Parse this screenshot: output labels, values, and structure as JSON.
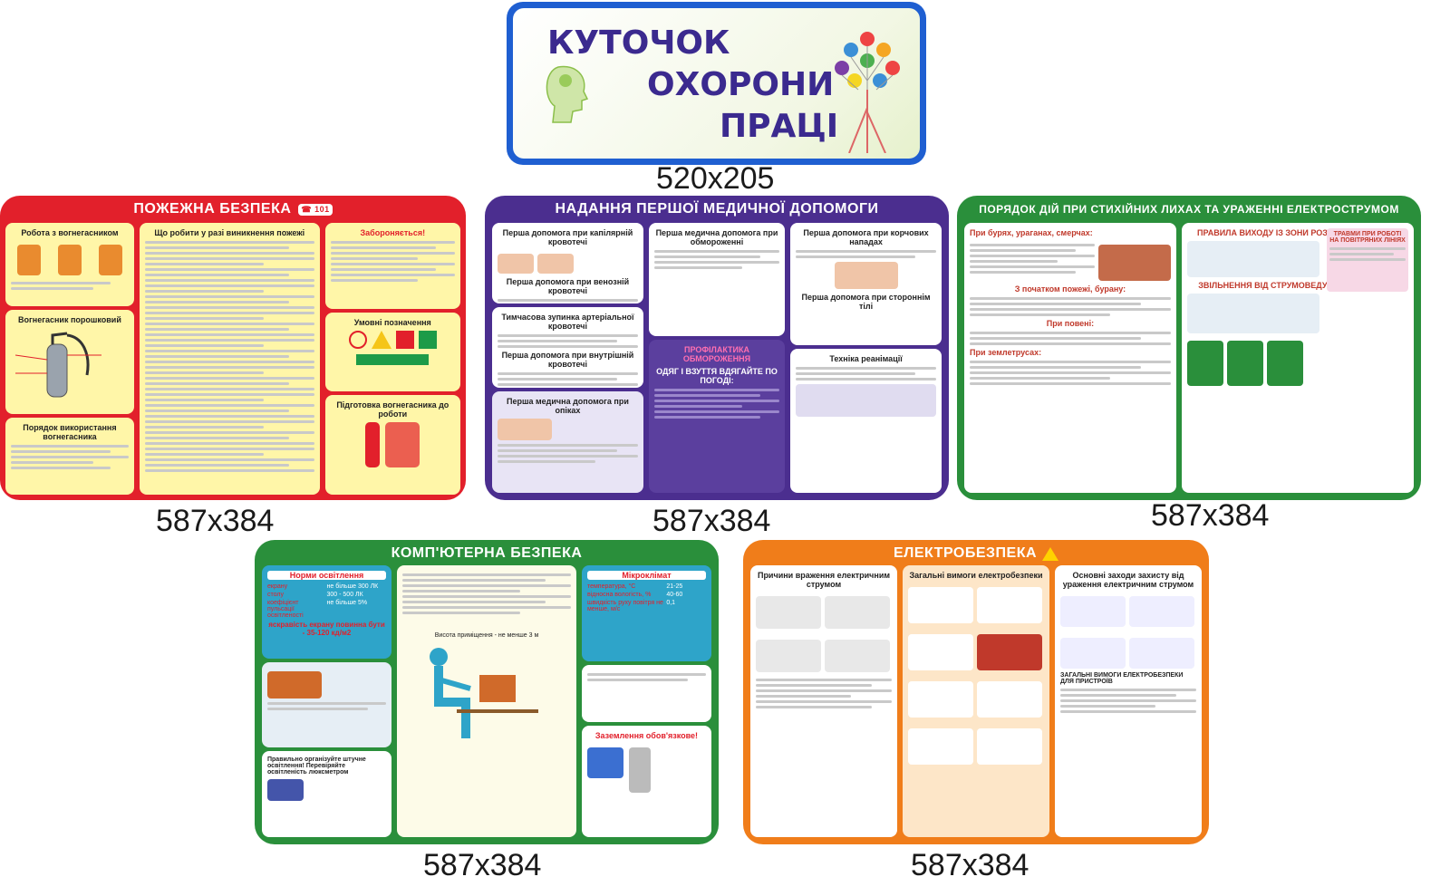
{
  "banner": {
    "line1": "КУТОЧОК",
    "line2": "ОХОРОНИ",
    "line3": "ПРАЦІ",
    "size": "520x205",
    "colors": {
      "frame": "#1f5fd1",
      "text": "#3b2a8f"
    }
  },
  "boards": {
    "fire": {
      "title": "ПОЖЕЖНА БЕЗПЕКА",
      "size": "587x384",
      "color": "#e2202b",
      "panels": {
        "extinguisher_work": "Робота з вогнегасником",
        "what_to_do": "Що робити у разі виникнення пожежі",
        "forbidden": "Забороняється!",
        "powder": "Вогнегасник порошковий",
        "symbols": "Умовні позначення",
        "usage": "Порядок використання вогнегасника",
        "prep": "Підготовка вогнегасника до роботи"
      },
      "icon": "phone-101-icon",
      "phone": "101"
    },
    "med": {
      "title": "НАДАННЯ ПЕРШОЇ МЕДИЧНОЇ ДОПОМОГИ",
      "size": "587x384",
      "color": "#4b2e8f",
      "panels": {
        "capillary": "Перша допомога при капілярній кровотечі",
        "venous": "Перша допомога при венозній кровотечі",
        "arterial": "Тимчасова зупинка артеріальної кровотечі",
        "internal": "Перша допомога при внутрішній кровотечі",
        "frostbite": "Перша медична допомога при обмороженні",
        "prevention": "ПРОФІЛАКТИКА ОБМОРОЖЕННЯ",
        "clothes": "ОДЯГ І ВЗУТТЯ ВДЯГАЙТЕ ПО ПОГОДІ:",
        "burns": "Перша медична допомога при опіках",
        "seizure": "Перша допомога при корчових нападах",
        "heimlich": "Перша допомога при стороннім тілі",
        "technique": "Техніка реанімації"
      }
    },
    "nature": {
      "title": "ПОРЯДОК ДІЙ ПРИ СТИХІЙНИХ ЛИХАХ ТА УРАЖЕННІ ЕЛЕКТРОСТРУМОМ",
      "size": "587x384",
      "color": "#2a8f3b",
      "panels": {
        "storms": "При бурях, ураганах, смерчах:",
        "fire_start": "З початком пожежі, бурану:",
        "flood": "При повені:",
        "earthquake": "При землетрусах:",
        "exit_zone": "ПРАВИЛА ВИХОДУ ІЗ ЗОНИ РОЗТІКАННЯ СТРУМУ",
        "release": "ЗВІЛЬНЕННЯ ВІД СТРУМОВЕДУЧОГО ЕЛЕМЕНТУ",
        "trauma": "ТРАВМИ ПРИ РОБОТІ НА ПОВІТРЯНИХ ЛІНІЯХ"
      }
    },
    "comp": {
      "title": "КОМП'ЮТЕРНА БЕЗПЕКА",
      "size": "587x384",
      "color": "#2a8f3b",
      "panels": {
        "lighting": "Норми освітлення",
        "screen_brightness": "яскравість екрану повинна бути - 35-120 кд/м2",
        "rows": [
          {
            "name": "екрану",
            "value": "не більше 300 ЛК"
          },
          {
            "name": "столу",
            "value": "300 - 500 ЛК"
          },
          {
            "name": "коефіцієнт пульсації освітленості",
            "value": "не більше 5%"
          }
        ],
        "micro": "Мікроклімат",
        "micro_rows": [
          {
            "name": "температура, °С",
            "value": "21-25"
          },
          {
            "name": "відносна вологість, %",
            "value": "40-60"
          },
          {
            "name": "швидкість руху повітря не менше, м/с",
            "value": "0,1"
          }
        ],
        "grounding": "Заземлення обов'язкове!",
        "height": "Висота приміщення - не менше 3 м",
        "organize": "Правильно організуйте штучне освітлення! Перевіряйте освітленість люксметром"
      }
    },
    "elec": {
      "title": "ЕЛЕКТРОБЕЗПЕКА",
      "size": "587x384",
      "color": "#f07d1a",
      "panels": {
        "causes": "Причини враження електричним струмом",
        "general": "Загальні вимоги електробезпеки",
        "protection": "Основні заходи захисту від ураження електричним струмом",
        "rules_tools": "ЗАГАЛЬНІ ВИМОГИ ЕЛЕКТРОБЕЗПЕКИ ДЛЯ ПРИСТРОЇВ"
      },
      "icon": "high-voltage-warning-icon"
    }
  }
}
